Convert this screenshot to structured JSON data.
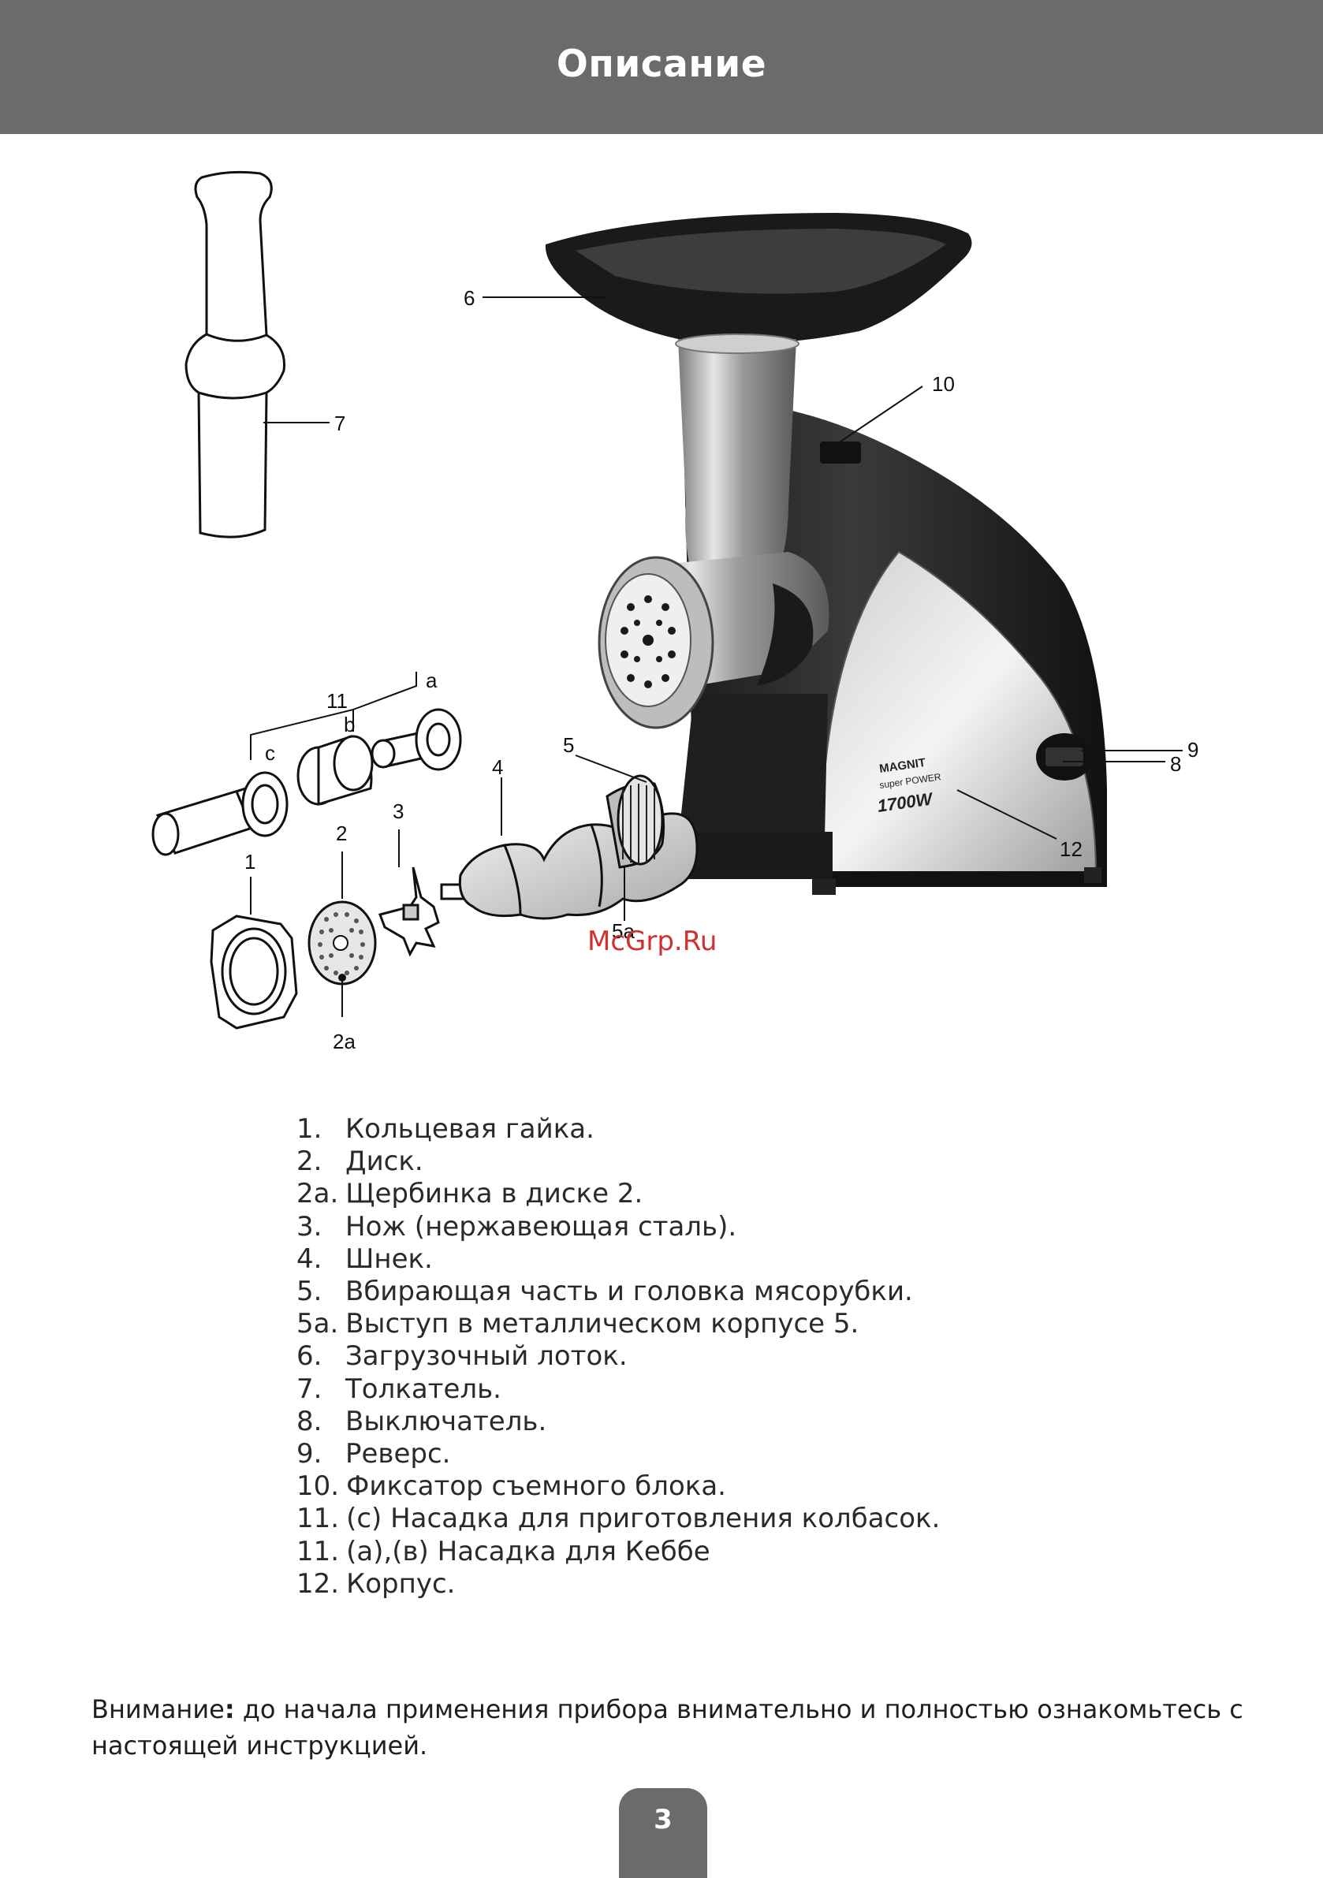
{
  "header": {
    "title": "Описание"
  },
  "callouts": {
    "c1": "1",
    "c2": "2",
    "c2a": "2а",
    "c3": "3",
    "c4": "4",
    "c5": "5",
    "c5a": "5а",
    "c6": "6",
    "c7": "7",
    "c8": "8",
    "c9": "9",
    "c10": "10",
    "c11": "11",
    "c11a": "a",
    "c11b": "b",
    "c11c": "c",
    "c12": "12"
  },
  "device_label": {
    "brand": "MAGNIT",
    "series": "super POWER",
    "power": "1700W"
  },
  "watermark": "McGrp.Ru",
  "legend": [
    {
      "num": "1.",
      "text": "Кольцевая гайка."
    },
    {
      "num": "2.",
      "text": "Диск."
    },
    {
      "num": "2а.",
      "text": "Щербинка в диске 2."
    },
    {
      "num": "3.",
      "text": "Нож (нержавеющая сталь)."
    },
    {
      "num": "4.",
      "text": "Шнек."
    },
    {
      "num": "5.",
      "text": "Вбирающая часть и головка мясорубки."
    },
    {
      "num": "5а.",
      "text": "Выступ в металлическом корпусе 5."
    },
    {
      "num": "6.",
      "text": "Загрузочный лоток."
    },
    {
      "num": "7.",
      "text": "Толкатель."
    },
    {
      "num": "8.",
      "text": "Выключатель."
    },
    {
      "num": "9.",
      "text": "Реверс."
    },
    {
      "num": "10.",
      "text": "Фиксатор съемного блока."
    },
    {
      "num": "11.",
      "text": "(с) Насадка для приготовления колбасок."
    },
    {
      "num": "11.",
      "text": "(а),(в) Насадка для Кеббе"
    },
    {
      "num": "12.",
      "text": "Корпус."
    }
  ],
  "note": {
    "label": "Внимание",
    "colon": ":",
    "text": " до начала применения прибора внимательно и полностью ознакомьтесь с настоящей инструкцией."
  },
  "footer": {
    "page_number": "3"
  }
}
